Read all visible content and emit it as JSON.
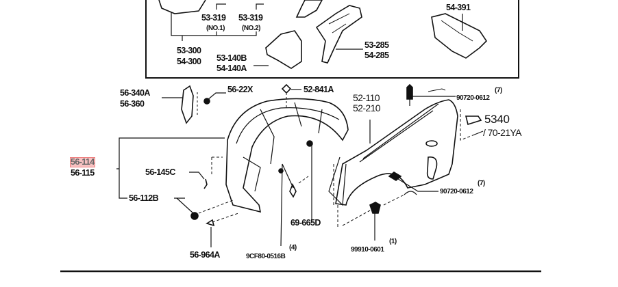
{
  "diagram": {
    "top_box": {
      "labels": {
        "p53_319_no1": "53-319",
        "p53_319_no1_qual": "(NO.1)",
        "p53_319_no2": "53-319",
        "p53_319_no2_qual": "(NO.2)",
        "p53_300": "53-300",
        "p54_300": "54-300",
        "p53_140b": "53-140B",
        "p54_140a": "54-140A",
        "p53_285": "53-285",
        "p54_285": "54-285",
        "p54_391": "54-391"
      }
    },
    "main": {
      "labels": {
        "p56_340a": "56-340A",
        "p56_360": "56-360",
        "p56_22x": "56-22X",
        "p52_841a": "52-841A",
        "p56_114": "56-114",
        "p56_115": "56-115",
        "p56_145c": "56-145C",
        "p56_112b": "56-112B",
        "p56_964a": "56-964A",
        "p9cf80_qty": "(4)",
        "p9cf80": "9CF80-0516B",
        "p69_665d": "69-665D",
        "p52_110": "52-110",
        "p52_210": "52-210",
        "p90720_top_qty": "(7)",
        "p90720_top": "90720-0612",
        "ref_5340": "5340",
        "ref_70_21ya": "/ 70-21YA",
        "p90720_bot_qty": "(7)",
        "p90720_bot": "90720-0612",
        "p99910_qty": "(1)",
        "p99910": "99910-0601"
      },
      "highlighted_part": "56-114",
      "highlight_color": "#f08080"
    }
  }
}
